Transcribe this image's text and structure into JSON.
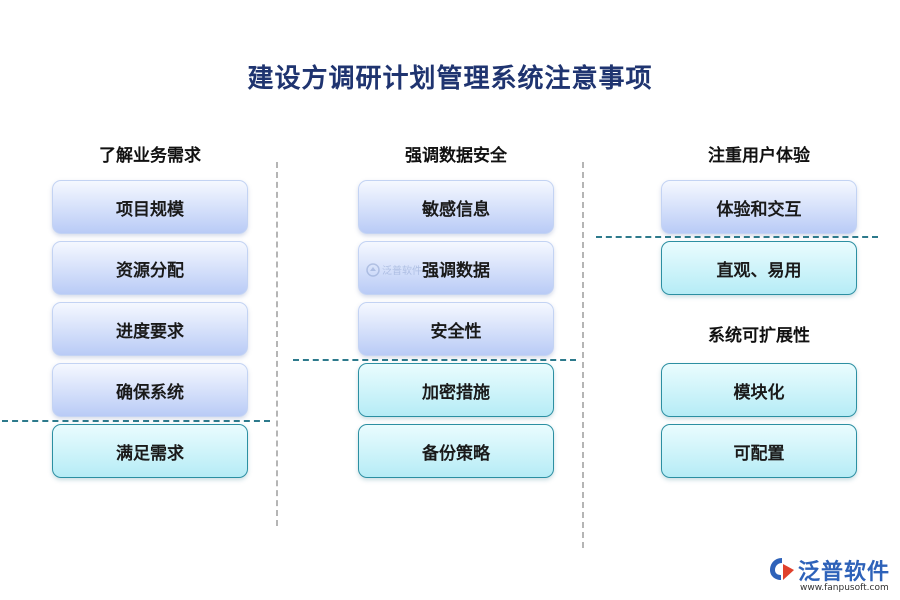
{
  "title": "建设方调研计划管理系统注意事项",
  "columns": [
    {
      "heading": "了解业务需求",
      "items": [
        "项目规模",
        "资源分配",
        "进度要求",
        "确保系统",
        "满足需求"
      ]
    },
    {
      "heading": "强调数据安全",
      "items": [
        "敏感信息",
        "强调数据",
        "安全性",
        "加密措施",
        "备份策略"
      ]
    },
    {
      "heading": "注重用户体验",
      "items": [
        "体验和交互",
        "直观、易用"
      ],
      "heading2": "系统可扩展性",
      "items2": [
        "模块化",
        "可配置"
      ]
    }
  ],
  "watermark": "泛普软件",
  "logo": {
    "name": "泛普软件",
    "url": "www.fanpusoft.com"
  },
  "colors": {
    "title": "#1f3470",
    "blue_box": "#b9cbf6",
    "cyan_box": "#b6ecf6",
    "cyan_border": "#2c8fa2"
  }
}
